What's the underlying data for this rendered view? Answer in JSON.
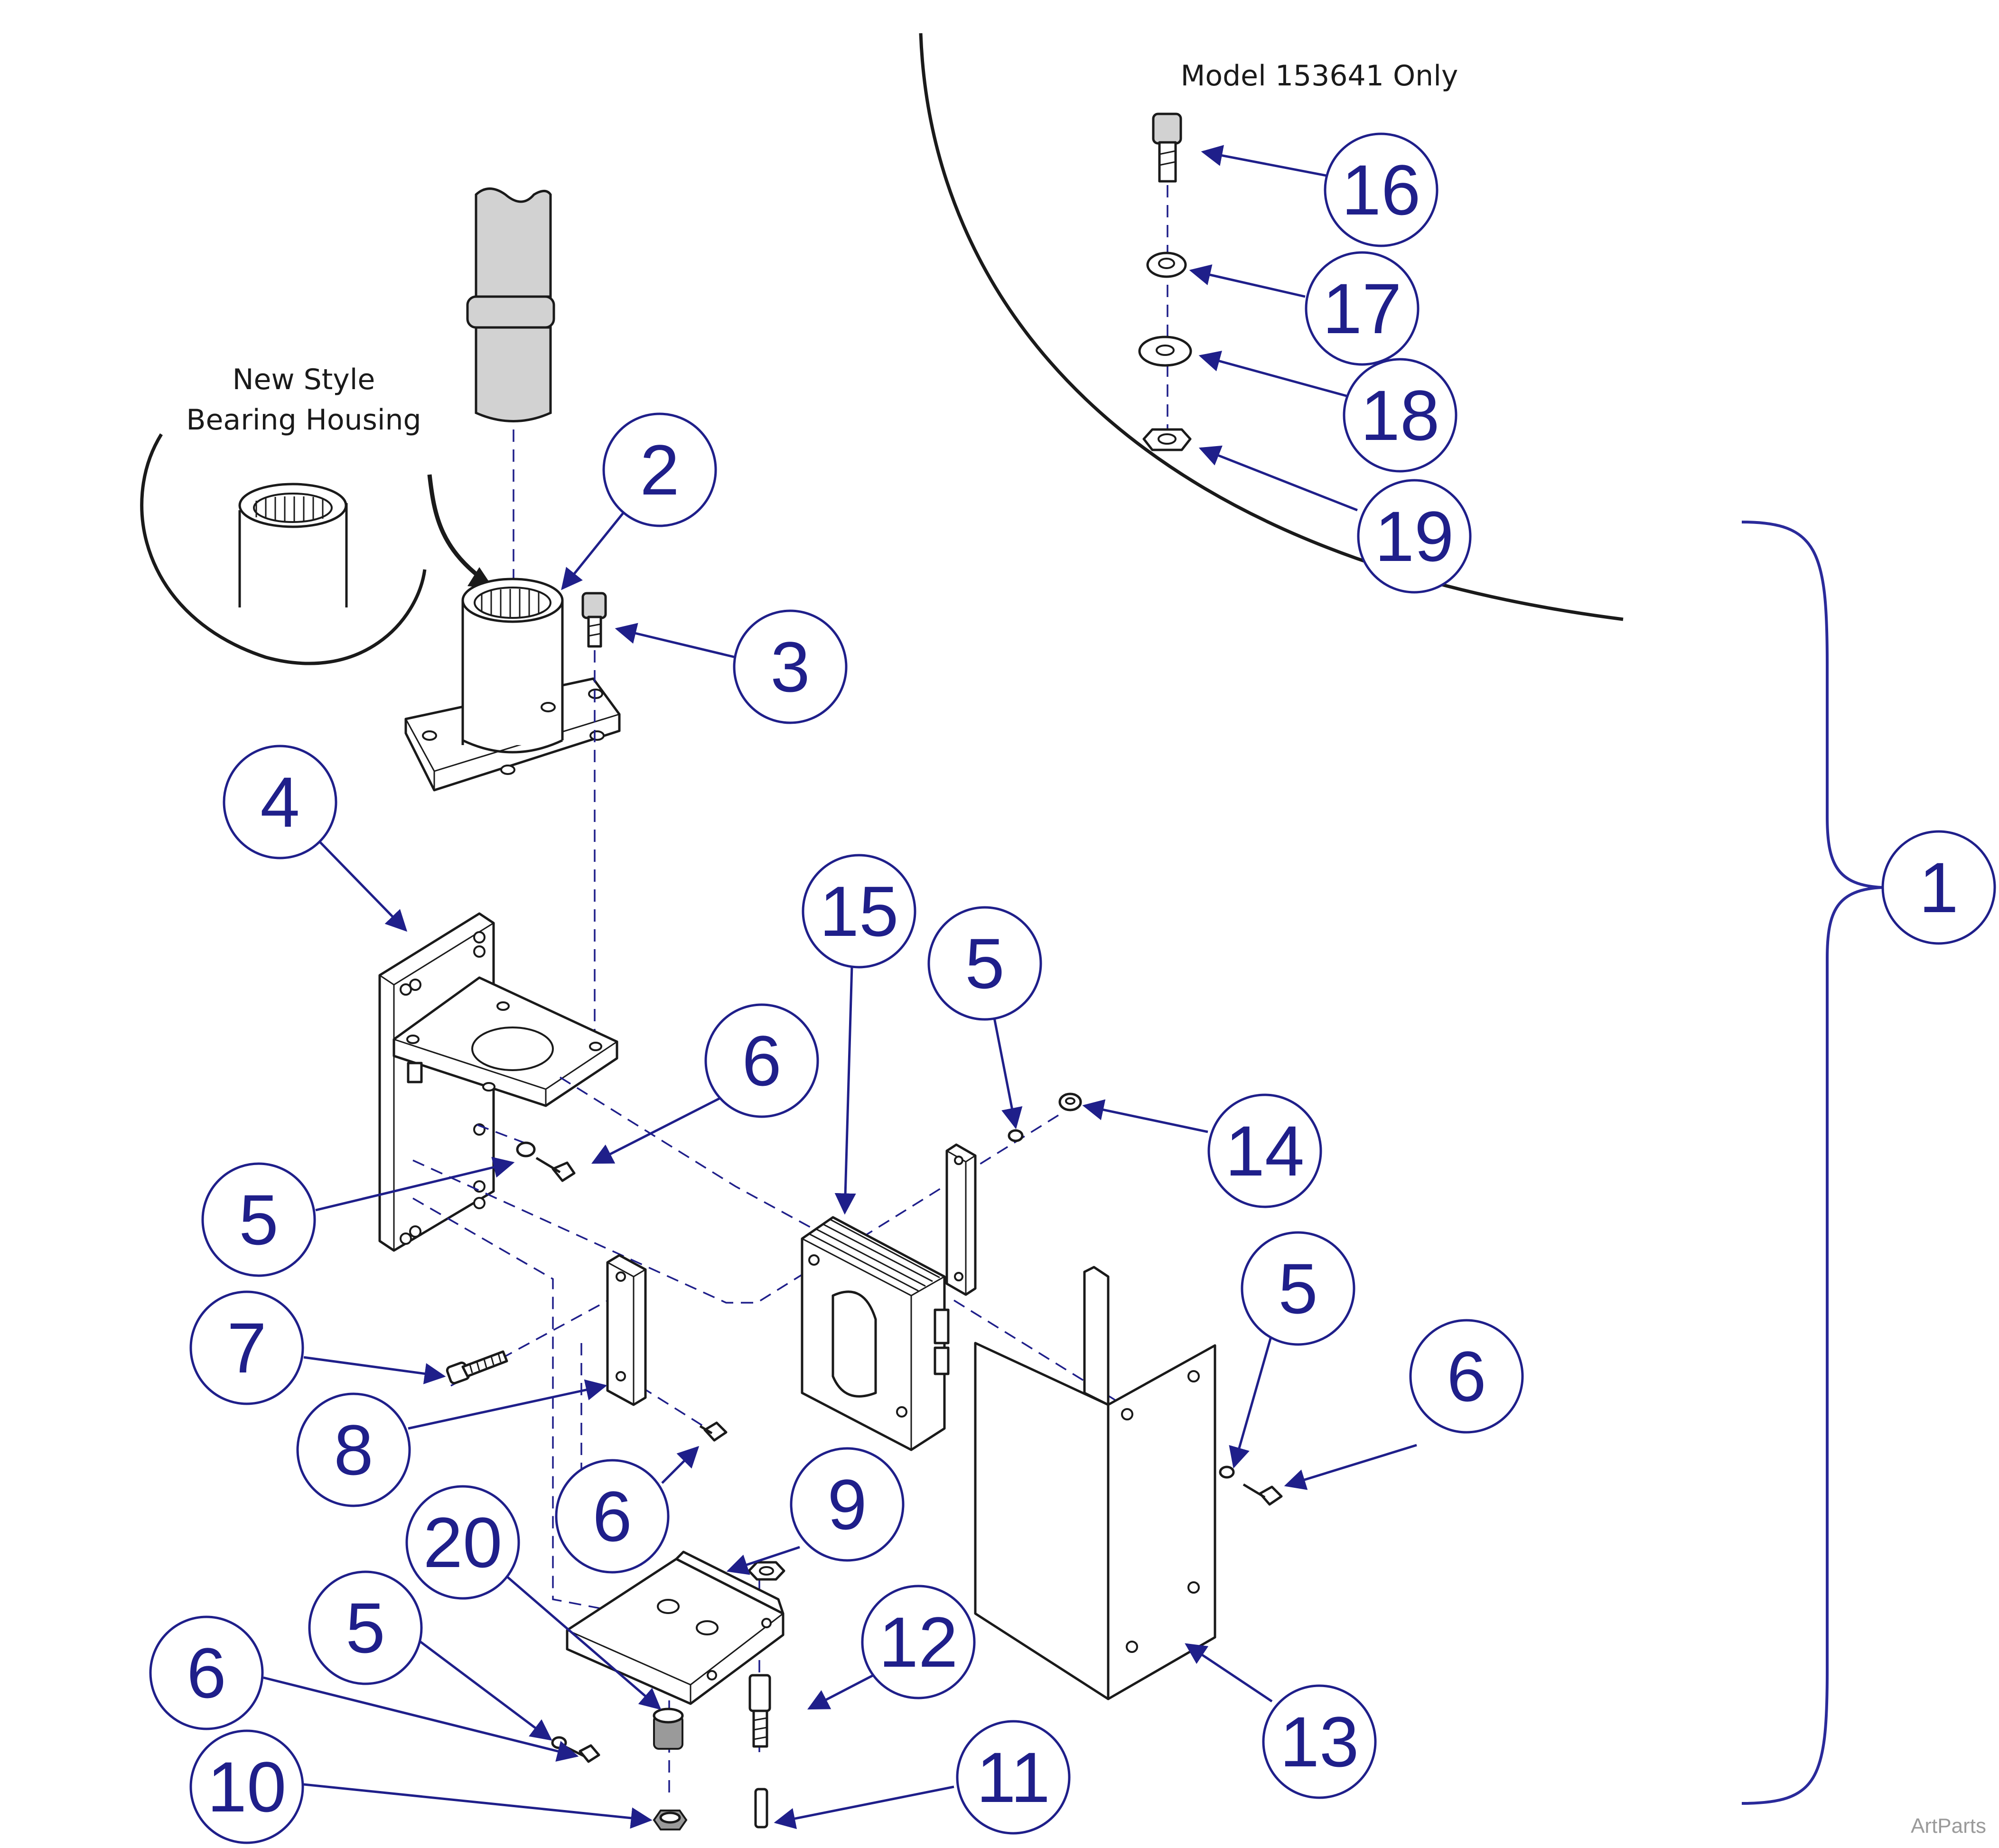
{
  "diagram": {
    "notes": {
      "model_only": "Model 153641 Only",
      "new_style_line1": "New Style",
      "new_style_line2": "Bearing Housing"
    },
    "credit": "ArtParts",
    "callouts": {
      "c1": "1",
      "c2": "2",
      "c3": "3",
      "c4": "4",
      "c5a": "5",
      "c5b": "5",
      "c5c": "5",
      "c5d": "5",
      "c6a": "6",
      "c6b": "6",
      "c6c": "6",
      "c6d": "6",
      "c7": "7",
      "c8": "8",
      "c9": "9",
      "c10": "10",
      "c11": "11",
      "c12": "12",
      "c13": "13",
      "c14": "14",
      "c15": "15",
      "c16": "16",
      "c17": "17",
      "c18": "18",
      "c19": "19",
      "c20": "20"
    },
    "colors": {
      "callout": "#1f1f8a",
      "outline": "#1a1a1a",
      "shaft_fill": "#d2d2d2"
    }
  }
}
